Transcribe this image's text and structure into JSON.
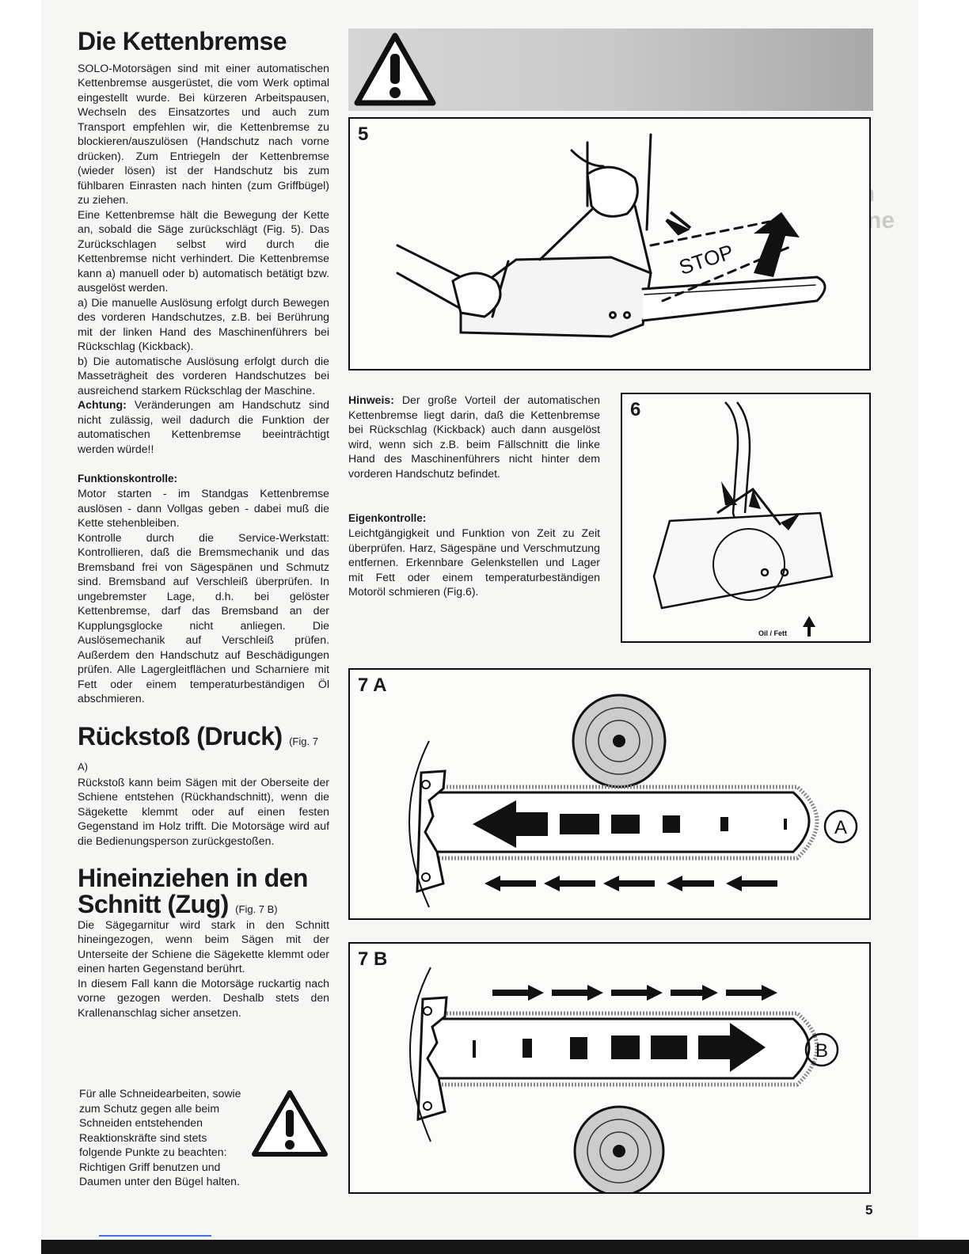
{
  "section1": {
    "title": "Die Kettenbremse",
    "p1": "SOLO-Motorsägen sind mit einer automatischen Kettenbremse ausgerüstet, die vom Werk optimal eingestellt wurde. Bei kürzeren Arbeitspausen, Wechseln des Einsatzortes und auch zum Transport empfehlen wir, die Kettenbremse zu blockieren/auszulösen (Handschutz nach vorne drücken). Zum Entriegeln der Kettenbremse (wieder lösen) ist der Handschutz bis zum fühlbaren Einrasten nach hinten (zum Griffbügel) zu ziehen.",
    "p2": "Eine Kettenbremse hält die Bewegung der Kette an, sobald die Säge zurückschlägt (Fig. 5). Das Zurückschlagen selbst wird durch die Kettenbremse nicht verhindert. Die Kettenbremse kann a) manuell oder b) automatisch betätigt bzw. ausgelöst werden.",
    "p3": "a) Die manuelle Auslösung erfolgt durch Bewegen des vorderen Handschutzes, z.B. bei Berührung mit der linken Hand des Maschinenführers bei Rückschlag (Kickback).",
    "p4": "b) Die automatische Auslösung erfolgt durch die Masseträgheit des vorderen Handschutzes bei ausreichend starkem Rückschlag der Maschine.",
    "achtung_label": "Achtung:",
    "achtung_text": " Veränderungen am Handschutz sind nicht zulässig, weil dadurch die Funktion der automatischen Kettenbremse beeinträchtigt werden würde!!",
    "funktion_title": "Funktionskontrolle:",
    "funktion_p1": "Motor starten - im Standgas Kettenbremse auslösen - dann Vollgas geben - dabei muß die Kette stehenbleiben.",
    "funktion_p2": "Kontrolle durch die Service-Werkstatt: Kontrollieren, daß die Bremsmechanik und das Bremsband frei von Sägespänen und Schmutz sind. Bremsband auf Verschleiß überprüfen. In ungebremster Lage, d.h. bei gelöster Kettenbremse, darf das Bremsband an der Kupplungsglocke nicht anliegen. Die Auslösemechanik auf Verschleiß prüfen. Außerdem den Handschutz auf Beschädigungen prüfen. Alle Lagergleitflächen und Scharniere mit Fett oder einem temperaturbeständigen Öl abschmieren."
  },
  "section2": {
    "title": "Rückstoß (Druck)",
    "figref": "(Fig. 7 A)",
    "text": "Rückstoß kann beim Sägen mit der Oberseite der Schiene entstehen (Rückhandschnitt), wenn die Sägekette klemmt oder auf einen festen Gegenstand im Holz trifft. Die Motorsäge wird auf die Bedienungsperson zurückgestoßen."
  },
  "section3": {
    "title_line1": "Hineinziehen in den",
    "title_line2": "Schnitt (Zug)",
    "figref": "(Fig. 7 B)",
    "p1": "Die Sägegarnitur wird stark in den Schnitt hineingezogen, wenn beim Sägen mit der Unterseite der Schiene die Sägekette klemmt oder einen harten Gegenstand berührt.",
    "p2": "In diesem Fall kann die Motorsäge ruckartig nach vorne gezogen werden. Deshalb stets den Krallenanschlag sicher ansetzen."
  },
  "bottom_note": "Für alle Schneidearbeiten, sowie zum Schutz gegen alle beim Schneiden entstehenden Reaktionskräfte sind stets folgende Punkte zu beachten: Richtigen Griff benutzen und Daumen unter den Bügel halten.",
  "hinweis": {
    "label": "Hinweis:",
    "text": " Der große Vorteil der automatischen Kettenbremse liegt darin, daß die Kettenbremse bei Rückschlag (Kickback) auch dann ausgelöst wird, wenn sich z.B. beim Fällschnitt die linke Hand des Maschinenführers nicht hinter dem vorderen Handschutz befindet."
  },
  "eigen": {
    "title": "Eigenkontrolle:",
    "text": "Leichtgängigkeit und Funktion von Zeit zu Zeit überprüfen. Harz, Sägespäne und Verschmutzung entfernen. Erkennbare Gelenkstellen und Lager mit Fett oder einem temperaturbeständigen Motoröl schmieren (Fig.6)."
  },
  "figures": {
    "fig5": {
      "label": "5",
      "stop": "STOP"
    },
    "fig6": {
      "label": "6",
      "caption": "Oil / Fett"
    },
    "fig7a": {
      "label": "7 A",
      "marker": "A"
    },
    "fig7b": {
      "label": "7 B",
      "marker": "B"
    }
  },
  "page_number": "5"
}
